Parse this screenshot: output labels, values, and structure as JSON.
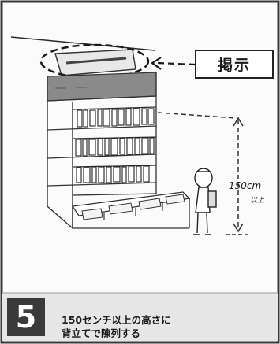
{
  "sign_label": "掲示",
  "height_note": {
    "line1": "150cm",
    "line2": "以上"
  },
  "caption": {
    "number": "5",
    "line1": "150センチ以上の高さに",
    "line2": "背立てで陳列する"
  },
  "colors": {
    "frame": "#3a3a3a",
    "shelf_band": "#8a8a8a",
    "caption_bg": "#e6e6e6",
    "number_bg": "#3a3a3a"
  }
}
